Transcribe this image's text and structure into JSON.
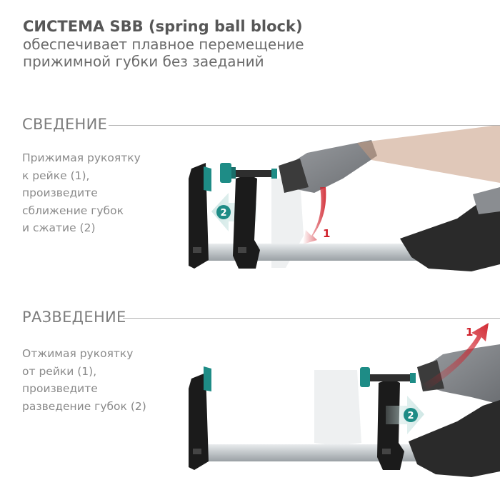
{
  "header": {
    "title": "СИСТЕМА SBB (spring ball block)",
    "subtitle_line1": "обеспечивает плавное перемещение",
    "subtitle_line2": "прижимной губки без заеданий"
  },
  "sections": [
    {
      "title": "СВЕДЕНИЕ",
      "lines": [
        "Прижимая рукоятку",
        "к рейке (1),",
        "произведите",
        "сближение губок",
        "и сжатие (2)"
      ],
      "arrow1_label": "1",
      "arrow2_label": "2"
    },
    {
      "title": "РАЗВЕДЕНИЕ",
      "lines": [
        "Отжимая рукоятку",
        "от рейки (1),",
        "произведите",
        "разведение губок (2)"
      ],
      "arrow1_label": "1",
      "arrow2_label": "2"
    }
  ],
  "colors": {
    "accent_red": "#d0202a",
    "teal": "#1e8c86",
    "clamp_black": "#1b1b1b",
    "rail_silver": "#c9cdd0",
    "glove_gray": "#8a8d91",
    "glove_dark": "#2a2a2a"
  }
}
